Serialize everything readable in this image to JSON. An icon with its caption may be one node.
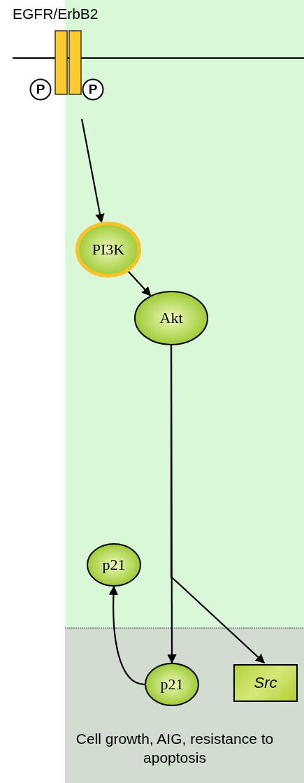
{
  "diagram": {
    "nodes": [
      {
        "text": [
          "EGFR/ErbB2"
        ]
      },
      {
        "text": [
          "P"
        ]
      },
      {
        "text": [
          "P"
        ]
      },
      {
        "text": [
          "PI3K"
        ]
      },
      {
        "text": [
          "Akt"
        ]
      },
      {
        "text": [
          "p21"
        ]
      },
      {
        "text": [
          "p21"
        ]
      },
      {
        "text": [
          "Src"
        ]
      }
    ],
    "edges": [
      {
        "from": null,
        "to": 3,
        "arrow": "to"
      },
      {
        "from": 3,
        "to": 4,
        "arrow": "to"
      },
      {
        "from": 4,
        "to": 6,
        "arrow": "to"
      },
      {
        "from": 4,
        "to": 7,
        "arrow": "to"
      },
      {
        "from": 6,
        "to": 5,
        "arrow": "to"
      }
    ],
    "labels": [
      "Cell growth, AIG, resistance to apoptosis"
    ]
  }
}
